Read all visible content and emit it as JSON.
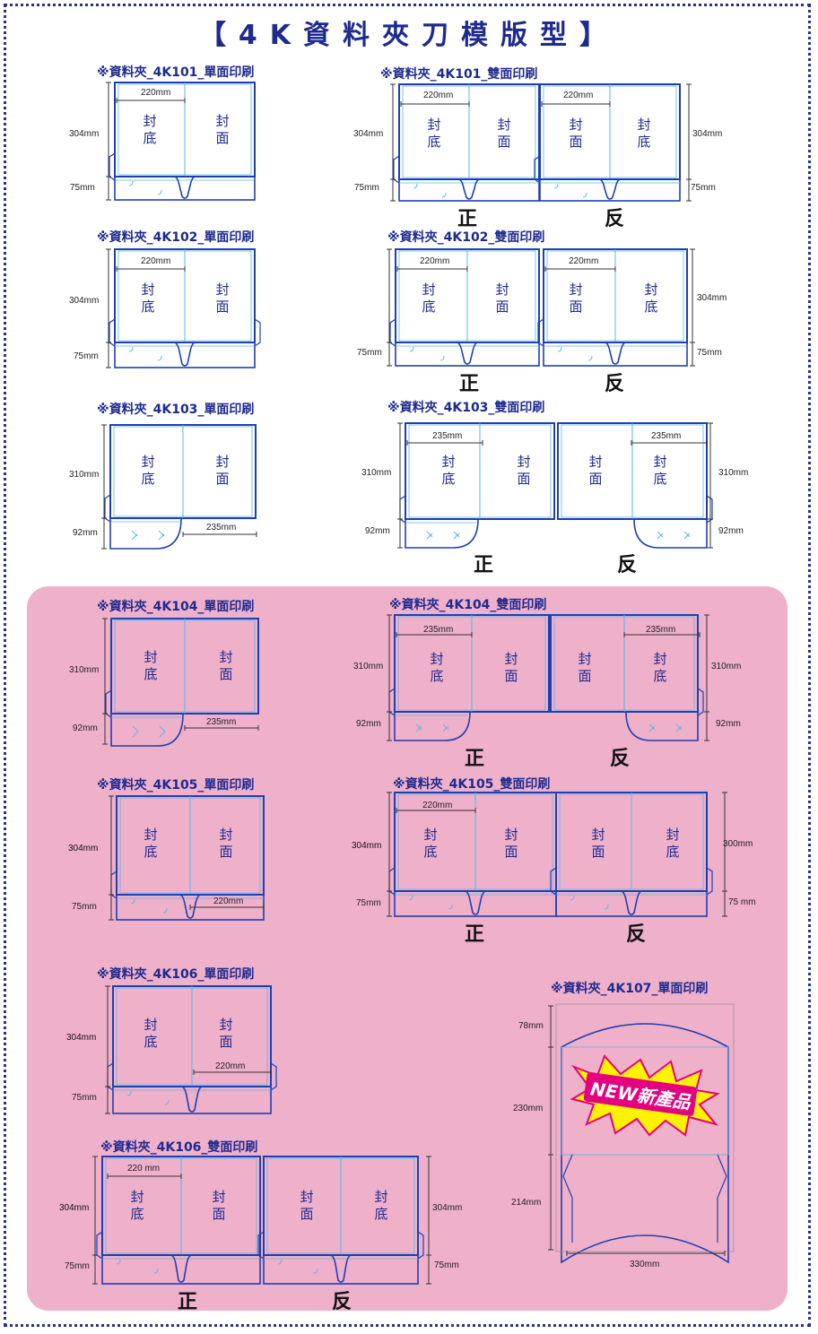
{
  "page_title": "【4K資料夾刀模版型】",
  "labels": {
    "back": "封底",
    "front": "面",
    "cover_char": "封",
    "back_char": "底",
    "face_char": "面"
  },
  "sides": {
    "front": "正",
    "reverse": "反"
  },
  "badge": {
    "text": "NEW新產品",
    "color": "#e4007f",
    "star_color": "#fff200"
  },
  "colors": {
    "accent": "#1d2a8e",
    "outline": "#1f3fb0",
    "cutline": "#57b7e6",
    "panel_bg": "#efb0ca"
  },
  "sections": [
    {
      "id": "4k101-single",
      "heading": "※資料夾_4K101_單面印刷",
      "dims": [
        "220mm",
        "304mm",
        "75mm"
      ]
    },
    {
      "id": "4k101-double",
      "heading": "※資料夾_4K101_雙面印刷",
      "dims": [
        "220mm",
        "220mm",
        "304mm",
        "304mm",
        "75mm",
        "75mm"
      ]
    },
    {
      "id": "4k102-single",
      "heading": "※資料夾_4K102_單面印刷",
      "dims": [
        "220mm",
        "304mm",
        "75mm"
      ]
    },
    {
      "id": "4k102-double",
      "heading": "※資料夾_4K102_雙面印刷",
      "dims": [
        "220mm",
        "220mm",
        "304mm",
        "75mm",
        "75mm"
      ]
    },
    {
      "id": "4k103-single",
      "heading": "※資料夾_4K103_單面印刷",
      "dims": [
        "310mm",
        "92mm",
        "235mm"
      ]
    },
    {
      "id": "4k103-double",
      "heading": "※資料夾_4K103_雙面印刷",
      "dims": [
        "235mm",
        "235mm",
        "310mm",
        "310mm",
        "92mm",
        "92mm"
      ]
    },
    {
      "id": "4k104-single",
      "heading": "※資料夾_4K104_單面印刷",
      "dims": [
        "310mm",
        "92mm",
        "235mm"
      ]
    },
    {
      "id": "4k104-double",
      "heading": "※資料夾_4K104_雙面印刷",
      "dims": [
        "235mm",
        "235mm",
        "310mm",
        "310mm",
        "92mm",
        "92mm"
      ]
    },
    {
      "id": "4k105-single",
      "heading": "※資料夾_4K105_單面印刷",
      "dims": [
        "304mm",
        "75mm",
        "220mm"
      ]
    },
    {
      "id": "4k105-double",
      "heading": "※資料夾_4K105_雙面印刷",
      "dims": [
        "220mm",
        "304mm",
        "300mm",
        "75mm",
        "75 mm"
      ]
    },
    {
      "id": "4k106-single",
      "heading": "※資料夾_4K106_單面印刷",
      "dims": [
        "304mm",
        "75mm",
        "220mm"
      ]
    },
    {
      "id": "4k106-double",
      "heading": "※資料夾_4K106_雙面印刷",
      "dims": [
        "220 mm",
        "304mm",
        "304mm",
        "75mm",
        "75mm"
      ]
    },
    {
      "id": "4k107-single",
      "heading": "※資料夾_4K107_單面印刷",
      "dims": [
        "78mm",
        "230mm",
        "214mm",
        "330mm"
      ]
    }
  ]
}
